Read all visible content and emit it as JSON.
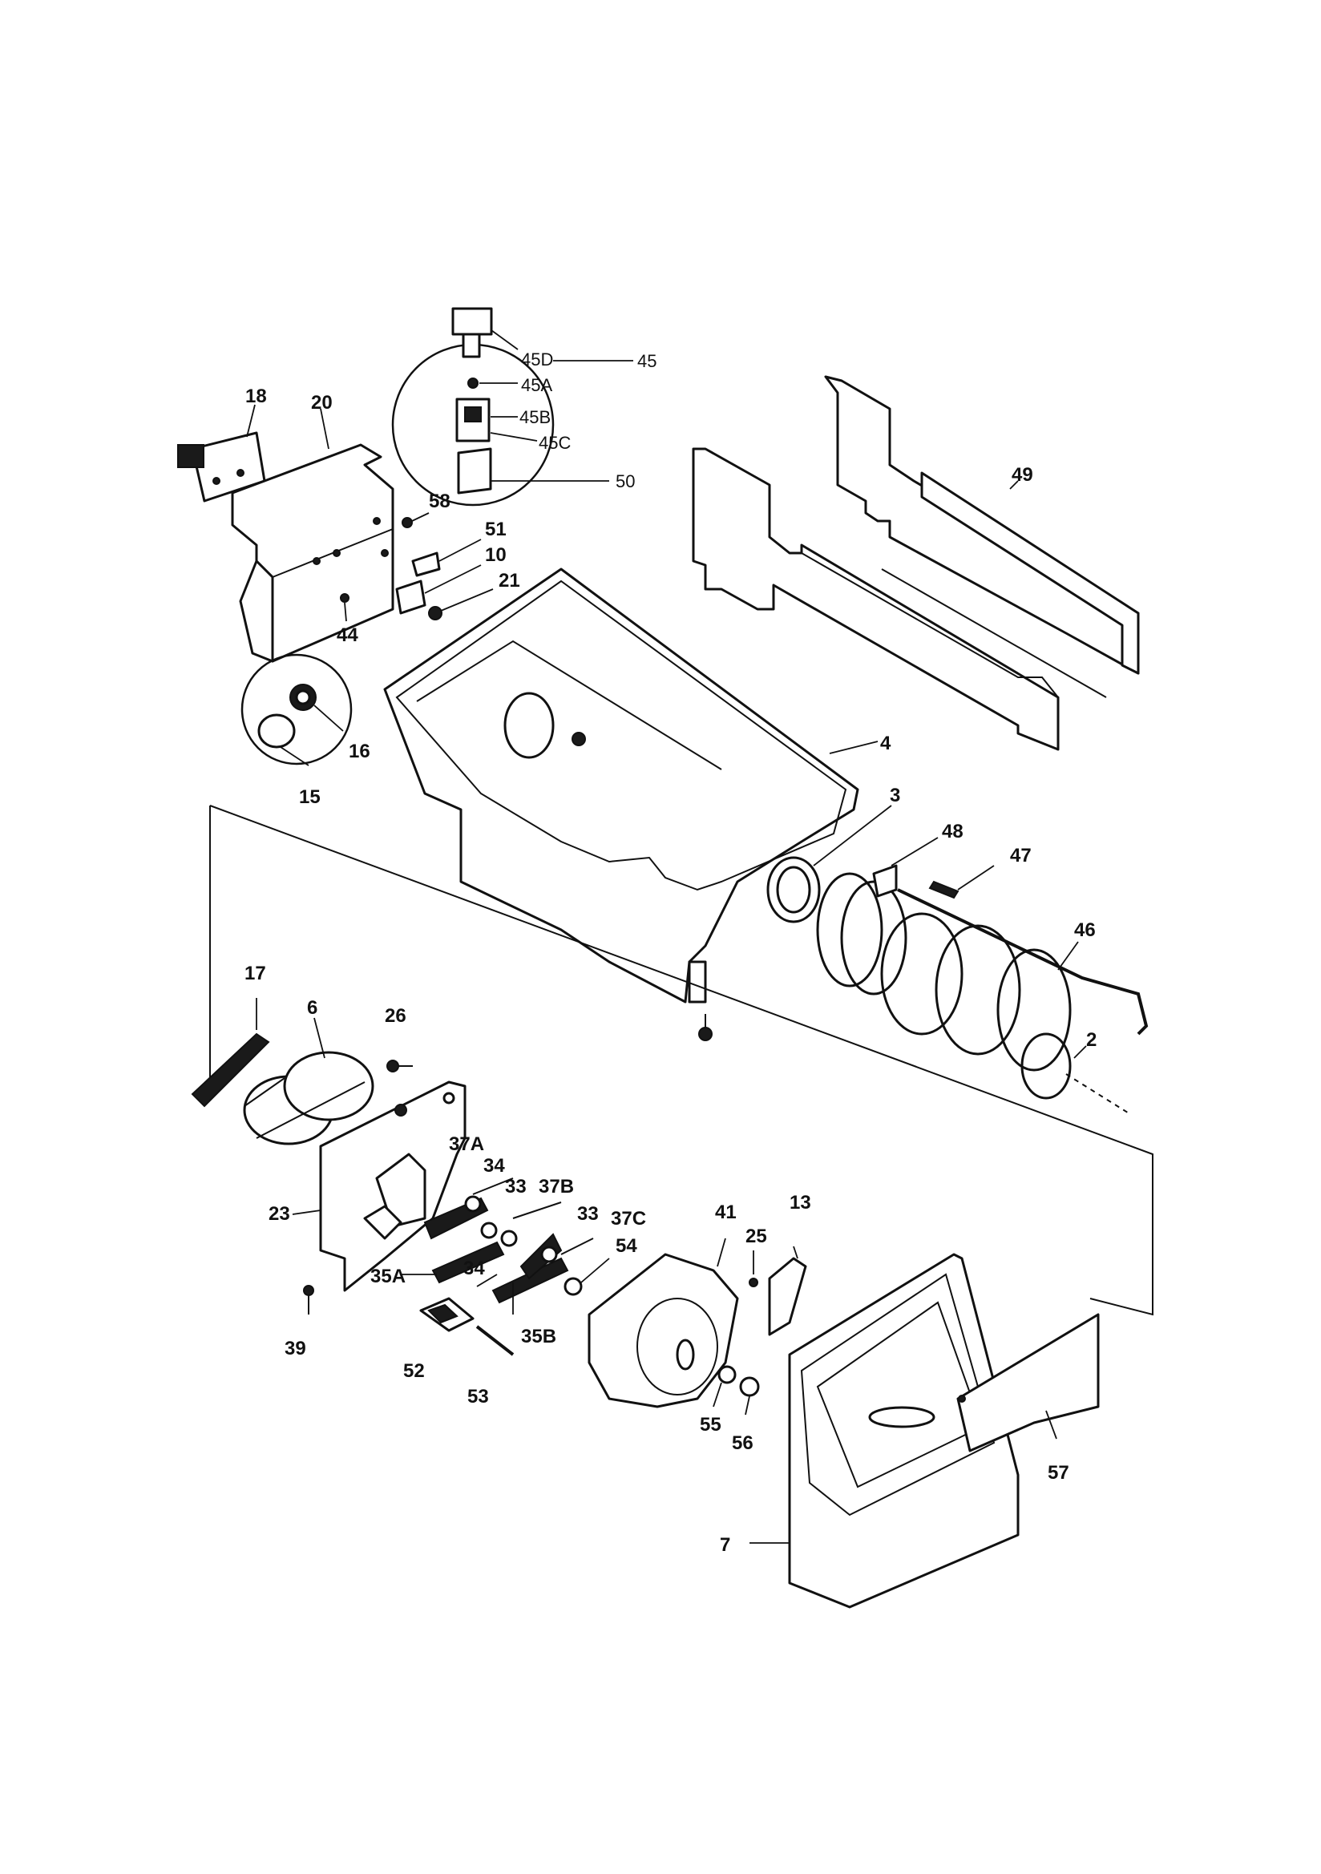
{
  "diagram": {
    "callouts": [
      {
        "id": "18",
        "text": "18"
      },
      {
        "id": "20",
        "text": "20"
      },
      {
        "id": "45D",
        "text": "45D"
      },
      {
        "id": "45",
        "text": "45"
      },
      {
        "id": "45A",
        "text": "45A"
      },
      {
        "id": "45B",
        "text": "45B"
      },
      {
        "id": "45C",
        "text": "45C"
      },
      {
        "id": "50",
        "text": "50"
      },
      {
        "id": "49",
        "text": "49"
      },
      {
        "id": "58a",
        "text": "58"
      },
      {
        "id": "51",
        "text": "51"
      },
      {
        "id": "10",
        "text": "10"
      },
      {
        "id": "21",
        "text": "21"
      },
      {
        "id": "44",
        "text": "44"
      },
      {
        "id": "16",
        "text": "16"
      },
      {
        "id": "15",
        "text": "15"
      },
      {
        "id": "4",
        "text": "4"
      },
      {
        "id": "3",
        "text": "3"
      },
      {
        "id": "48",
        "text": "48"
      },
      {
        "id": "47",
        "text": "47"
      },
      {
        "id": "46",
        "text": "46"
      },
      {
        "id": "17",
        "text": "17"
      },
      {
        "id": "6",
        "text": "6"
      },
      {
        "id": "26",
        "text": "26"
      },
      {
        "id": "2",
        "text": "2"
      },
      {
        "id": "37A",
        "text": "37A"
      },
      {
        "id": "34a",
        "text": "34"
      },
      {
        "id": "33a",
        "text": "33"
      },
      {
        "id": "37B",
        "text": "37B"
      },
      {
        "id": "23",
        "text": "23"
      },
      {
        "id": "33b",
        "text": "33"
      },
      {
        "id": "37C",
        "text": "37C"
      },
      {
        "id": "41",
        "text": "41"
      },
      {
        "id": "13",
        "text": "13"
      },
      {
        "id": "25",
        "text": "25"
      },
      {
        "id": "54",
        "text": "54"
      },
      {
        "id": "34b",
        "text": "34"
      },
      {
        "id": "35A",
        "text": "35A"
      },
      {
        "id": "39",
        "text": "39"
      },
      {
        "id": "52",
        "text": "52"
      },
      {
        "id": "35B",
        "text": "35B"
      },
      {
        "id": "53",
        "text": "53"
      },
      {
        "id": "55",
        "text": "55"
      },
      {
        "id": "56",
        "text": "56"
      },
      {
        "id": "57",
        "text": "57"
      },
      {
        "id": "7",
        "text": "7"
      }
    ]
  }
}
